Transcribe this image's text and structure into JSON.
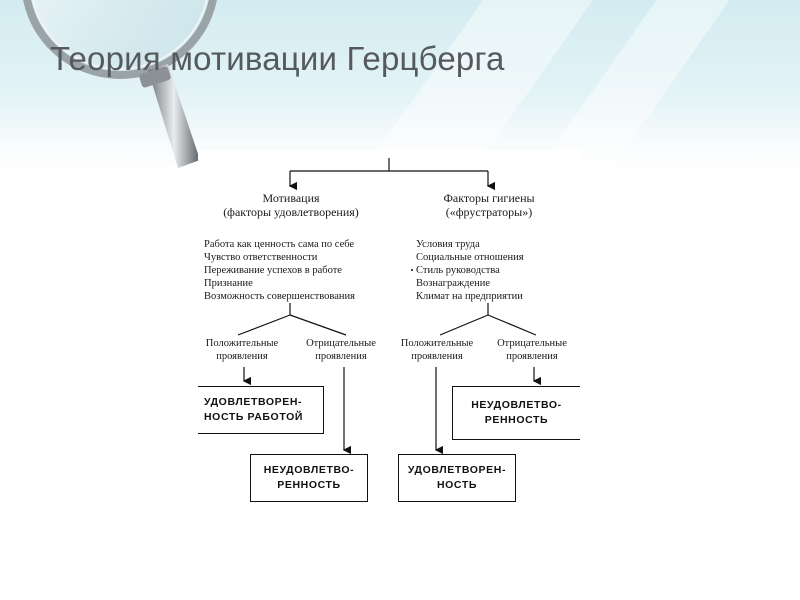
{
  "slide": {
    "title": "Теория мотивации Герцберга"
  },
  "diagram": {
    "motivation": {
      "header_line1": "Мотивация",
      "header_line2": "(факторы удовлетворения)",
      "items": [
        "Работа как ценность сама по себе",
        "Чувство ответственности",
        "Переживание успехов в работе",
        "Признание",
        "Возможность совершенствования"
      ],
      "positive_line1": "Положительные",
      "positive_line2": "проявления",
      "negative_line1": "Отрицательные",
      "negative_line2": "проявления",
      "box_positive_line1": "УДОВЛЕТВОРЕН-",
      "box_positive_line2": "НОСТЬ РАБОТОЙ",
      "box_negative_line1": "НЕУДОВЛЕТВО-",
      "box_negative_line2": "РЕННОСТЬ"
    },
    "hygiene": {
      "header_line1": "Факторы гигиены",
      "header_line2": "(«фрустраторы»)",
      "items": [
        "Условия труда",
        "Социальные отношения",
        "Стиль руководства",
        "Вознаграждение",
        "Климат на предприятии"
      ],
      "positive_line1": "Положительные",
      "positive_line2": "проявления",
      "negative_line1": "Отрицательные",
      "negative_line2": "проявления",
      "box_positive_line1": "УДОВЛЕТВОРЕН-",
      "box_positive_line2": "НОСТЬ",
      "box_negative_line1": "НЕУДОВЛЕТВО-",
      "box_negative_line2": "РЕННОСТЬ"
    }
  }
}
